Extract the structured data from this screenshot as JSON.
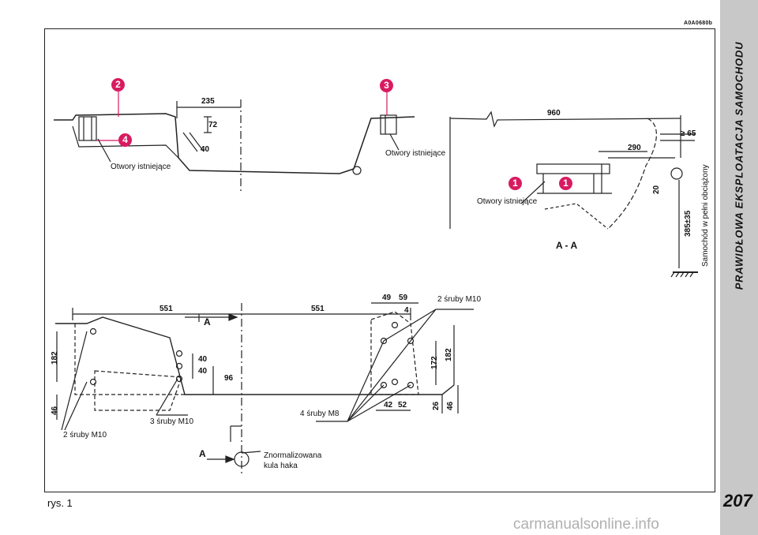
{
  "header": {
    "code": "A0A0680b"
  },
  "sidebar": {
    "title": "PRAWIDŁOWA EKSPLOATACJA SAMOCHODU",
    "page_number": "207"
  },
  "figure": {
    "caption": "rys. 1",
    "top_view": {
      "labels": {
        "holes_left": "Otwory istniejące",
        "holes_right": "Otwory istniejące"
      },
      "dimensions": {
        "d235": "235",
        "d72": "72",
        "d40": "40"
      },
      "markers": {
        "m2": "2",
        "m4": "4",
        "m3": "3"
      }
    },
    "section_view": {
      "title": "A - A",
      "labels": {
        "holes": "Otwory istniejące",
        "loaded": "Samochód w pełni obciążony"
      },
      "dimensions": {
        "d960": "960",
        "d65": "≥ 65",
        "d290": "290",
        "d20": "20",
        "d385": "385±35"
      },
      "markers": {
        "m1a": "1",
        "m1b": "1"
      }
    },
    "plan_view": {
      "dimensions": {
        "d551a": "551",
        "d551b": "551",
        "d49": "49",
        "d59": "59",
        "d4": "4",
        "d182a": "182",
        "d46a": "46",
        "d40a": "40",
        "d40b": "40",
        "d96": "96",
        "d172": "172",
        "d182b": "182",
        "d26": "26",
        "d46b": "46",
        "d42": "42",
        "d52": "52"
      },
      "section_marks": {
        "a_top": "A",
        "a_bottom": "A"
      },
      "labels": {
        "bolts_2m10_left": "2 śruby M10",
        "bolts_3m10": "3 śruby M10",
        "bolts_4m8": "4 śruby M8",
        "bolts_2m10_right": "2 śruby M10",
        "ball_l1": "Znormalizowana",
        "ball_l2": "kula haka"
      }
    }
  },
  "watermark": "carmanualsonline.info"
}
